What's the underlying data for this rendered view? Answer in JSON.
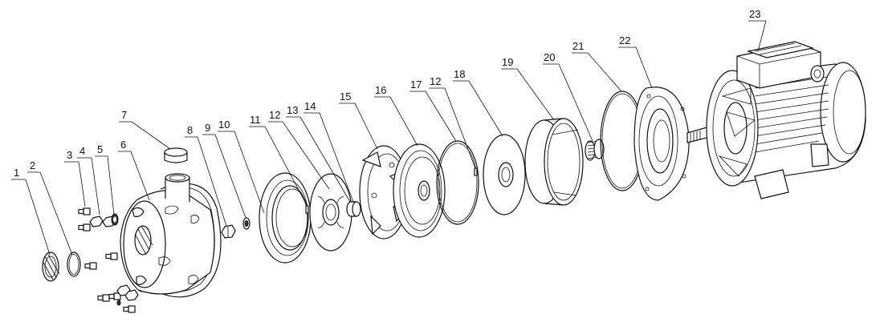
{
  "callouts": [
    {
      "id": "1",
      "text": "1"
    },
    {
      "id": "2",
      "text": "2"
    },
    {
      "id": "3",
      "text": "3"
    },
    {
      "id": "4",
      "text": "4"
    },
    {
      "id": "5",
      "text": "5"
    },
    {
      "id": "6",
      "text": "6"
    },
    {
      "id": "7",
      "text": "7"
    },
    {
      "id": "8",
      "text": "8"
    },
    {
      "id": "9",
      "text": "9"
    },
    {
      "id": "10",
      "text": "10"
    },
    {
      "id": "11",
      "text": "11"
    },
    {
      "id": "12a",
      "text": "12"
    },
    {
      "id": "13",
      "text": "13"
    },
    {
      "id": "14",
      "text": "14"
    },
    {
      "id": "15",
      "text": "15"
    },
    {
      "id": "16",
      "text": "16"
    },
    {
      "id": "17",
      "text": "17"
    },
    {
      "id": "12b",
      "text": "12"
    },
    {
      "id": "18",
      "text": "18"
    },
    {
      "id": "19",
      "text": "19"
    },
    {
      "id": "20",
      "text": "20"
    },
    {
      "id": "21",
      "text": "21"
    },
    {
      "id": "22",
      "text": "22"
    },
    {
      "id": "23",
      "text": "23"
    }
  ]
}
